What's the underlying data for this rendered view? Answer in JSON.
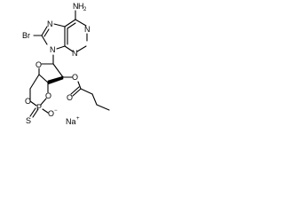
{
  "structure": {
    "atoms": {
      "amino_n": "N",
      "amino_h": "H",
      "amino_h_count": "2",
      "bromo": "Br",
      "n7": "N",
      "n9": "N",
      "n1": "N",
      "n3": "N",
      "ring_o": "O",
      "ester_o": "O",
      "carbonyl_o": "O",
      "cyclic_o_top": "O",
      "cyclic_o_left": "O",
      "phosphorus": "P",
      "sulfur": "S",
      "p_oxygen": "O",
      "p_oxygen_charge": "−"
    },
    "counterion": {
      "symbol": "Na",
      "charge": "+"
    }
  }
}
